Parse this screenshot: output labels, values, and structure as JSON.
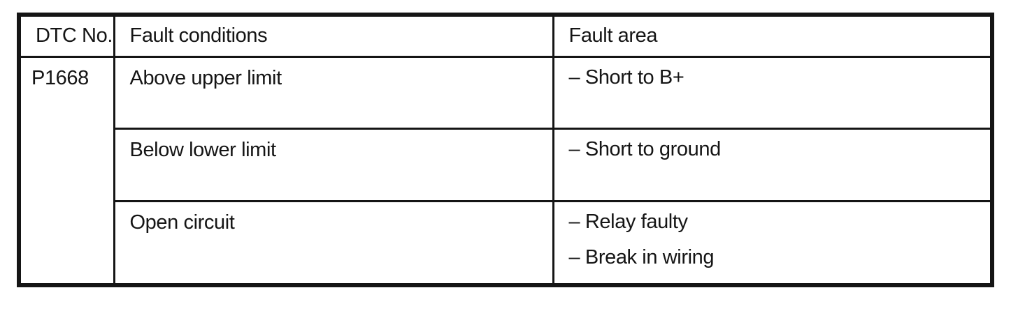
{
  "document": {
    "ink_color": "#151515",
    "paper_color": "#ffffff",
    "table": {
      "headers": {
        "dtc_no": "DTC No.",
        "fault_conditions": "Fault conditions",
        "fault_area": "Fault area"
      },
      "dtc_no": "P1668",
      "rows": [
        {
          "fault_condition": "Above upper limit",
          "fault_areas": [
            "– Short to B+"
          ]
        },
        {
          "fault_condition": "Below lower limit",
          "fault_areas": [
            "– Short to ground"
          ]
        },
        {
          "fault_condition": "Open circuit",
          "fault_areas": [
            "– Relay faulty",
            "– Break in wiring"
          ]
        }
      ]
    }
  }
}
